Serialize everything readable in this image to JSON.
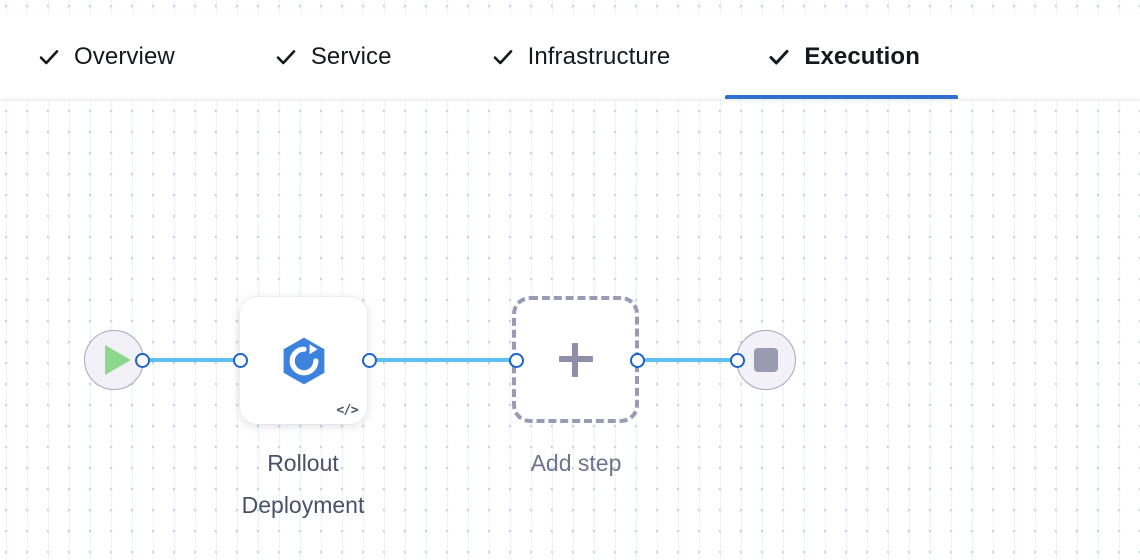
{
  "header": {
    "tabs": [
      {
        "label": "Overview",
        "icon": "check-icon",
        "active": false,
        "completed": true
      },
      {
        "label": "Service",
        "icon": "check-icon",
        "active": false,
        "completed": true
      },
      {
        "label": "Infrastructure",
        "icon": "check-icon",
        "active": false,
        "completed": true
      },
      {
        "label": "Execution",
        "icon": "check-icon",
        "active": true,
        "completed": true
      }
    ],
    "active_tab": "Execution",
    "active_underline_color": "#2f6fd0"
  },
  "canvas": {
    "grid": "dot-grid",
    "dot_color": "#c3cddb",
    "line_color": "#dbeaf7",
    "background": "#ffffff"
  },
  "pipeline": {
    "nodes": [
      {
        "id": "start",
        "type": "start-node",
        "icon": "play-icon",
        "label": "",
        "fill": "#f2f1f7",
        "border": "#a9a6bd",
        "icon_color": "#8ed88e"
      },
      {
        "id": "rollout-deployment",
        "type": "step-node",
        "icon": "rollout-icon",
        "badge": "</>",
        "label": "Rollout\nDeployment",
        "fill": "#ffffff",
        "icon_color": "#3d82dd"
      },
      {
        "id": "add-step",
        "type": "add-step-node",
        "icon": "plus-icon",
        "label": "Add step",
        "fill": "#ffffff",
        "border": "#9a9ab5",
        "icon_color": "#8e8ea8"
      },
      {
        "id": "end",
        "type": "end-node",
        "icon": "stop-icon",
        "label": "",
        "fill": "#f2f1f7",
        "border": "#a9a6bd",
        "icon_color": "#9a9ab0"
      }
    ],
    "edges": [
      {
        "from": "start",
        "to": "rollout-deployment"
      },
      {
        "from": "rollout-deployment",
        "to": "add-step"
      },
      {
        "from": "add-step",
        "to": "end"
      }
    ],
    "edge_color": "#5cc0f2",
    "port_border_color": "#1f63c9",
    "port_fill": "#ffffff"
  }
}
